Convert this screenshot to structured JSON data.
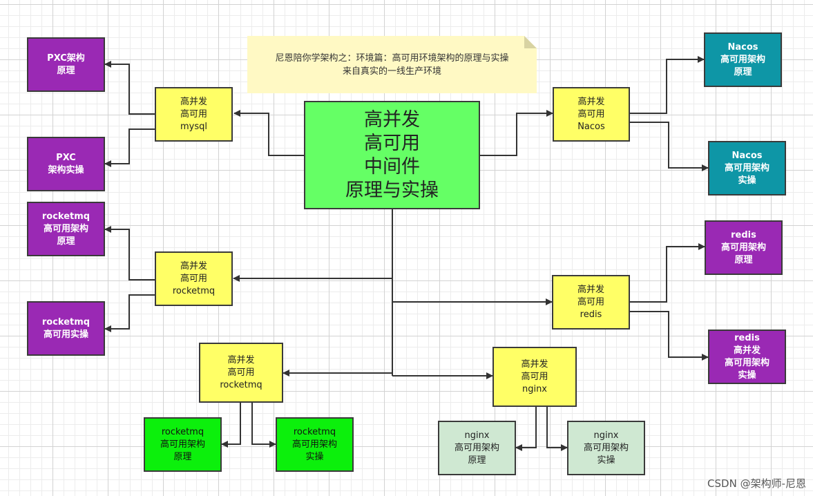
{
  "note": {
    "line1": "尼恩陪你学架构之：环境篇：高可用环境架构的原理与实操",
    "line2": "来自真实的一线生产环境"
  },
  "center": {
    "text": "高并发\n高可用\n中间件\n原理与实操"
  },
  "mysql": {
    "text": "高并发\n高可用\nmysql"
  },
  "pxc_principle": {
    "text": "PXC架构\n原理"
  },
  "pxc_practice": {
    "text": "PXC\n架构实操"
  },
  "rocketmq_main": {
    "text": "高并发\n高可用\nrocketmq"
  },
  "rocketmq_principle_purple": {
    "text": "rocketmq\n高可用架构\n原理"
  },
  "rocketmq_practice_purple": {
    "text": "rocketmq\n高可用实操"
  },
  "rocketmq_second": {
    "text": "高并发\n高可用\nrocketmq"
  },
  "rocketmq_principle_green": {
    "text": "rocketmq\n高可用架构\n原理"
  },
  "rocketmq_practice_green": {
    "text": "rocketmq\n高可用架构\n实操"
  },
  "nacos": {
    "text": "高并发\n高可用\nNacos"
  },
  "nacos_principle": {
    "text": "Nacos\n高可用架构\n原理"
  },
  "nacos_practice": {
    "text": "Nacos\n高可用架构\n实操"
  },
  "redis": {
    "text": "高并发\n高可用\nredis"
  },
  "redis_principle": {
    "text": "redis\n高可用架构\n原理"
  },
  "redis_practice": {
    "text": "redis\n高并发\n高可用架构\n实操"
  },
  "nginx": {
    "text": "高并发\n高可用\nnginx"
  },
  "nginx_principle": {
    "text": "nginx\n高可用架构\n原理"
  },
  "nginx_practice": {
    "text": "nginx\n高可用架构\n实操"
  },
  "watermark": "CSDN @架构师-尼恩",
  "colors": {
    "center": "#65ff65",
    "yellow": "#ffff66",
    "purple": "#9a29b4",
    "teal": "#0e96a6",
    "green": "#0cf00c",
    "mint": "#cfe8d2",
    "note": "#fff9c4",
    "connector": "#333333"
  }
}
